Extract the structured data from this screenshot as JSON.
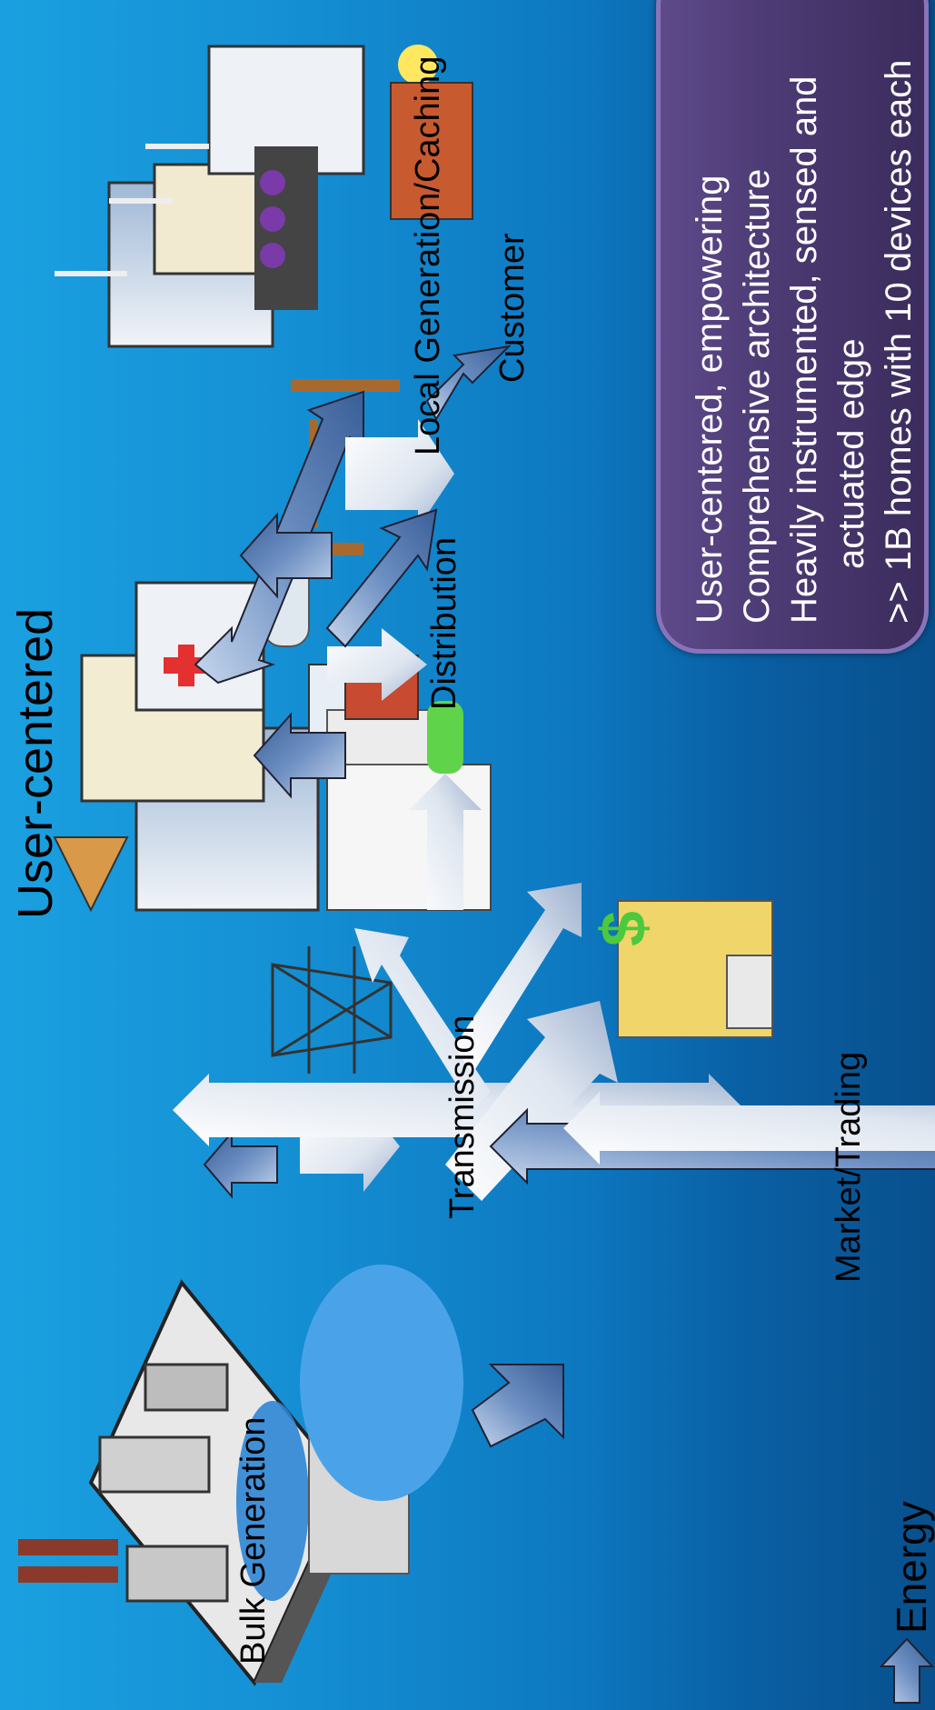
{
  "title": "User-centered",
  "labels": {
    "bulk_generation": "Bulk Generation",
    "transmission": "Transmission",
    "distribution": "Distribution",
    "local_generation": "Local Generation/Caching",
    "customer": "Customer",
    "market_trading": "Market/Trading"
  },
  "bullets": [
    "User-centered, empowering",
    "Comprehensive architecture",
    "Heavily instrumented, sensed and",
    "actuated edge",
    ">> 1B homes with 10 devices each"
  ],
  "legend": {
    "label": "Energy"
  },
  "colors": {
    "background_light": "#1aa0e0",
    "background_dark": "#08508d",
    "info_box": "#4d3b75",
    "info_box_border": "#8a73b8",
    "arrow_blue": "#5a7fb8",
    "arrow_light": "#f4f4f0"
  }
}
